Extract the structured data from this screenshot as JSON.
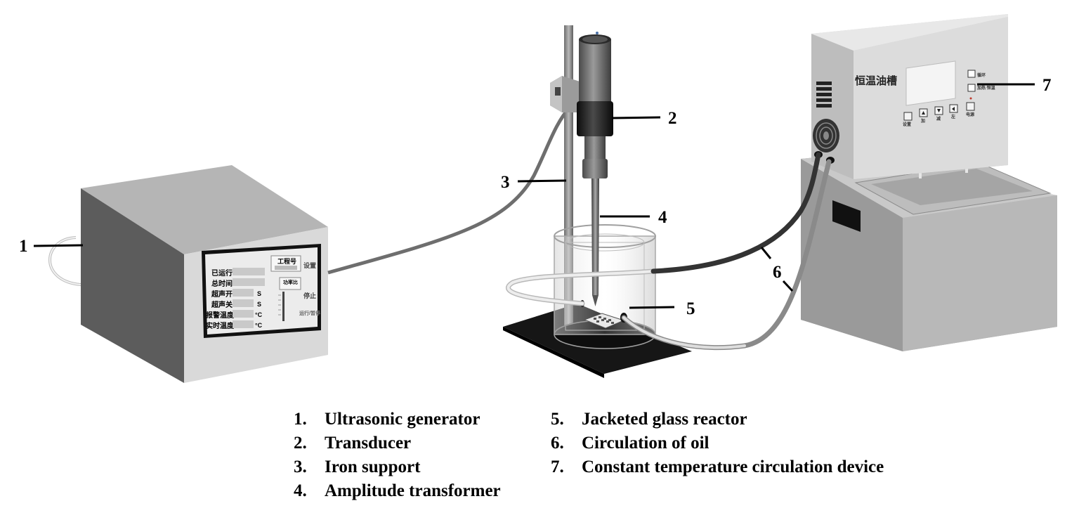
{
  "callouts": [
    "1",
    "2",
    "3",
    "4",
    "5",
    "6",
    "7"
  ],
  "legend": [
    {
      "num": "1.",
      "text": "Ultrasonic generator"
    },
    {
      "num": "2.",
      "text": "Transducer"
    },
    {
      "num": "3.",
      "text": "Iron support"
    },
    {
      "num": "4.",
      "text": "Amplitude transformer"
    },
    {
      "num": "5.",
      "text": "Jacketed glass reactor"
    },
    {
      "num": "6.",
      "text": "Circulation of oil"
    },
    {
      "num": "7.",
      "text": "Constant temperature circulation device"
    }
  ],
  "generator_panel": {
    "rows": [
      "已运行",
      "总时间",
      "超声开",
      "超声关",
      "报警温度",
      "实时温度"
    ],
    "units": [
      "",
      "",
      "S",
      "S",
      "°C",
      "°C"
    ],
    "project_label": "工程号",
    "power_label": "功率比",
    "set_label": "设置",
    "stop_label": "停止",
    "run_pause_label": "运行/暂停"
  },
  "oil_bath": {
    "title": "恒温油槽",
    "side_labels": [
      "循环",
      "加热 恒温"
    ],
    "button_labels": [
      "设置",
      "加",
      "减",
      "左",
      "电源"
    ]
  },
  "colors": {
    "dark": "#3a3a3a",
    "mid": "#8a8a8a",
    "light": "#d8d8d8",
    "panel": "#e3e3e3",
    "base": "#111111"
  }
}
